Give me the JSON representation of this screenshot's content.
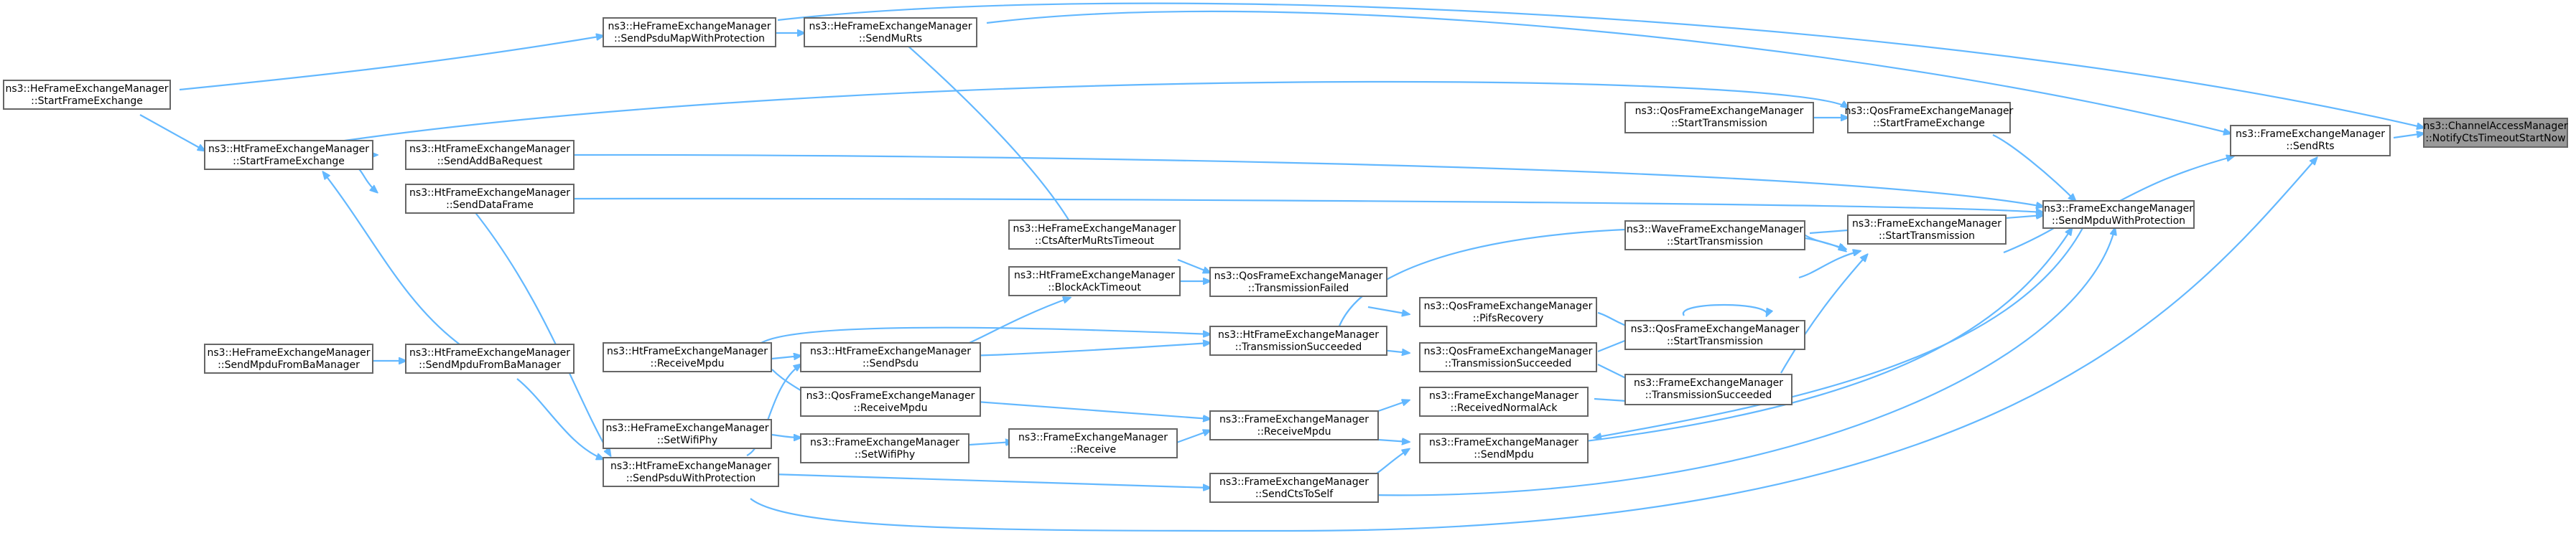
{
  "nodes": {
    "notify_cts": [
      "ns3::ChannelAccessManager",
      "::NotifyCtsTimeoutStartNow"
    ],
    "send_rts": [
      "ns3::FrameExchangeManager",
      "::SendRts"
    ],
    "send_mpdu_with_protection": [
      "ns3::FrameExchangeManager",
      "::SendMpduWithProtection"
    ],
    "start_transmission_fem": [
      "ns3::FrameExchangeManager",
      "::StartTransmission"
    ],
    "qos_start_frame_exchange": [
      "ns3::QosFrameExchangeManager",
      "::StartFrameExchange"
    ],
    "qos_start_transmission_top": [
      "ns3::QosFrameExchangeManager",
      "::StartTransmission"
    ],
    "wave_start_transmission": [
      "ns3::WaveFrameExchangeManager",
      "::StartTransmission"
    ],
    "qos_start_transmission_mid": [
      "ns3::QosFrameExchangeManager",
      "::StartTransmission"
    ],
    "fem_transmission_succeeded": [
      "ns3::FrameExchangeManager",
      "::TransmissionSucceeded"
    ],
    "qos_pifs_recovery": [
      "ns3::QosFrameExchangeManager",
      "::PifsRecovery"
    ],
    "qos_transmission_succeeded": [
      "ns3::QosFrameExchangeManager",
      "::TransmissionSucceeded"
    ],
    "received_normal_ack": [
      "ns3::FrameExchangeManager",
      "::ReceivedNormalAck"
    ],
    "fem_send_mpdu": [
      "ns3::FrameExchangeManager",
      "::SendMpdu"
    ],
    "qos_transmission_failed": [
      "ns3::QosFrameExchangeManager",
      "::TransmissionFailed"
    ],
    "ht_transmission_succeeded": [
      "ns3::HtFrameExchangeManager",
      "::TransmissionSucceeded"
    ],
    "fem_receive_mpdu": [
      "ns3::FrameExchangeManager",
      "::ReceiveMpdu"
    ],
    "send_cts_to_self": [
      "ns3::FrameExchangeManager",
      "::SendCtsToSelf"
    ],
    "he_cts_after_mu_rts": [
      "ns3::HeFrameExchangeManager",
      "::CtsAfterMuRtsTimeout"
    ],
    "ht_block_ack_timeout": [
      "ns3::HtFrameExchangeManager",
      "::BlockAckTimeout"
    ],
    "ht_send_psdu": [
      "ns3::HtFrameExchangeManager",
      "::SendPsdu"
    ],
    "qos_receive_mpdu": [
      "ns3::QosFrameExchangeManager",
      "::ReceiveMpdu"
    ],
    "fem_receive": [
      "ns3::FrameExchangeManager",
      "::Receive"
    ],
    "fem_set_wifi_phy": [
      "ns3::FrameExchangeManager",
      "::SetWifiPhy"
    ],
    "he_send_mu_rts": [
      "ns3::HeFrameExchangeManager",
      "::SendMuRts"
    ],
    "he_send_psdu_map": [
      "ns3::HeFrameExchangeManager",
      "::SendPsduMapWithProtection"
    ],
    "ht_receive_mpdu": [
      "ns3::HtFrameExchangeManager",
      "::ReceiveMpdu"
    ],
    "he_set_wifi_phy": [
      "ns3::HeFrameExchangeManager",
      "::SetWifiPhy"
    ],
    "ht_send_psdu_with_protection": [
      "ns3::HtFrameExchangeManager",
      "::SendPsduWithProtection"
    ],
    "ht_send_addba": [
      "ns3::HtFrameExchangeManager",
      "::SendAddBaRequest"
    ],
    "ht_send_data_frame": [
      "ns3::HtFrameExchangeManager",
      "::SendDataFrame"
    ],
    "ht_send_mpdu_from_ba": [
      "ns3::HtFrameExchangeManager",
      "::SendMpduFromBaManager"
    ],
    "ht_start_frame_exchange": [
      "ns3::HtFrameExchangeManager",
      "::StartFrameExchange"
    ],
    "he_start_frame_exchange": [
      "ns3::HeFrameExchangeManager",
      "::StartFrameExchange"
    ],
    "he_send_mpdu_from_ba": [
      "ns3::HeFrameExchangeManager",
      "::SendMpduFromBaManager"
    ]
  },
  "colors": {
    "edge": "#63b8ff",
    "node_border": "#666666",
    "node_fill": "#ffffff",
    "target_fill": "#999999"
  }
}
